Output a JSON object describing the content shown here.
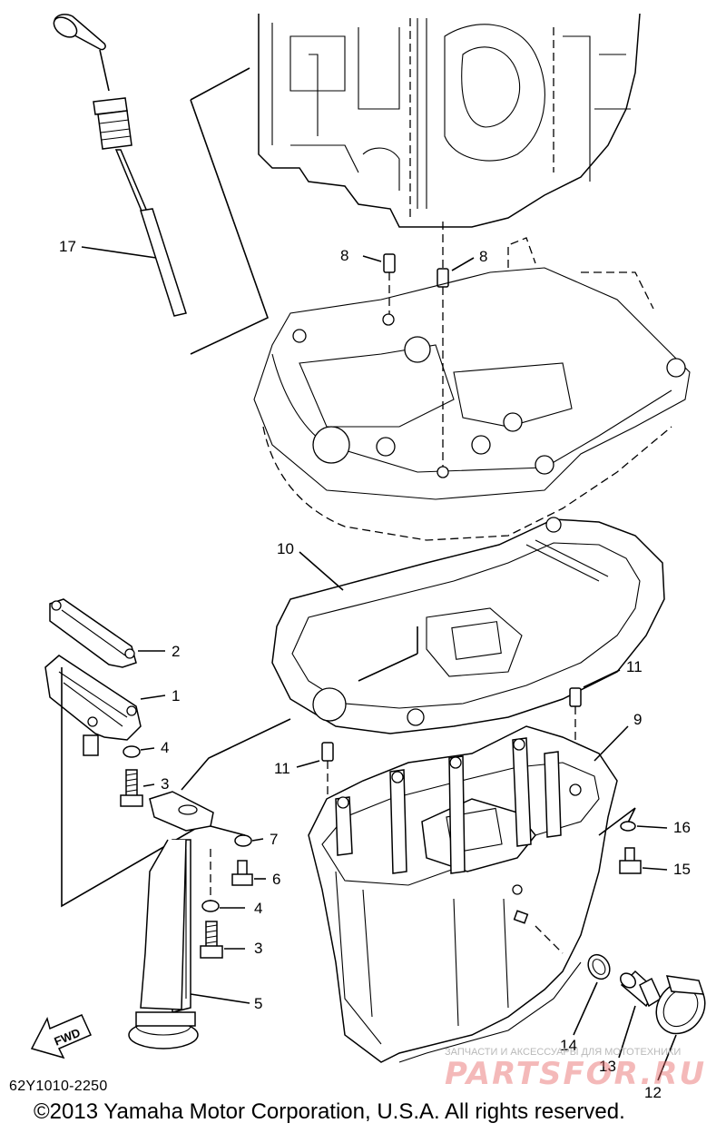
{
  "callouts": {
    "c17": "17",
    "c8a": "8",
    "c8b": "8",
    "c10": "10",
    "c2": "2",
    "c1": "1",
    "c4a": "4",
    "c3a": "3",
    "c11a": "11",
    "c11b": "11",
    "c9": "9",
    "c7": "7",
    "c6": "6",
    "c4b": "4",
    "c3b": "3",
    "c5": "5",
    "c16": "16",
    "c15": "15",
    "c14": "14",
    "c13": "13",
    "c12": "12"
  },
  "fwd_label": "FWD",
  "diagram_code": "62Y1010-2250",
  "copyright": "©2013 Yamaha Motor Corporation, U.S.A. All rights reserved.",
  "watermark": {
    "small": "ЗАПЧАСТИ И АКСЕССУАРЫ ДЛЯ МОТОТЕХНИКИ",
    "big": "PARTSFOR.RU"
  }
}
